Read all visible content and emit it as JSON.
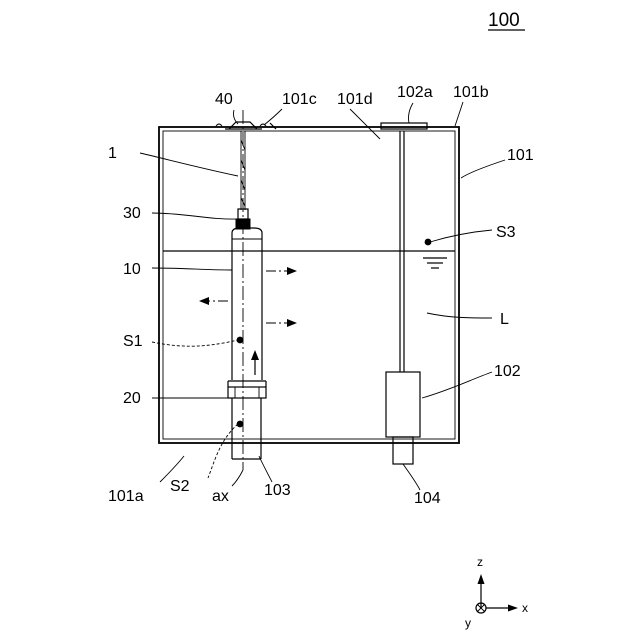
{
  "figure": {
    "ref_number": "100",
    "labels": {
      "l40": "40",
      "l101c": "101c",
      "l101d": "101d",
      "l102a": "102a",
      "l101b": "101b",
      "l1": "1",
      "l101": "101",
      "l30": "30",
      "lS3": "S3",
      "l10": "10",
      "lL": "L",
      "lS1": "S1",
      "l102": "102",
      "l20": "20",
      "l101a": "101a",
      "lS2": "S2",
      "lax": "ax",
      "l103": "103",
      "l104": "104"
    },
    "axes": {
      "z": "z",
      "y": "y",
      "x": "x"
    }
  }
}
